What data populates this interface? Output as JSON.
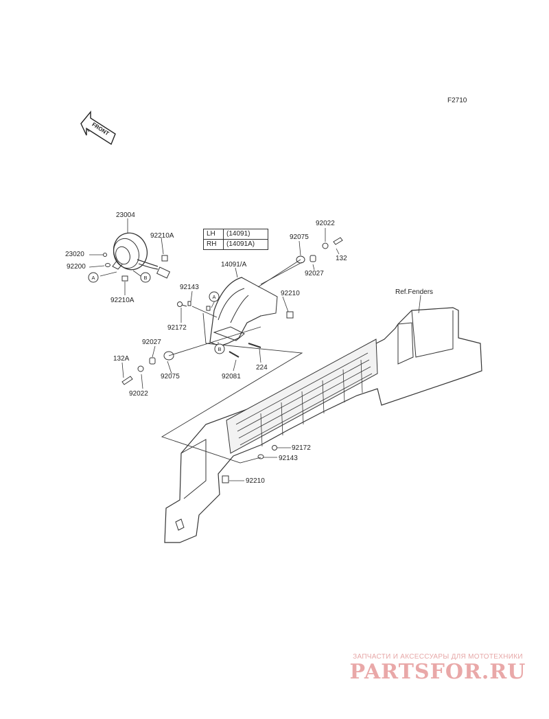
{
  "figure_code": "F2710",
  "front_arrow_text": "FRONT",
  "side_table": [
    {
      "side": "LH",
      "code": "(14091)"
    },
    {
      "side": "RH",
      "code": "(14091A)"
    }
  ],
  "ref_label": "Ref.Fenders",
  "callouts": [
    "A",
    "B",
    "A",
    "B"
  ],
  "parts": [
    {
      "id": "23004"
    },
    {
      "id": "92210A"
    },
    {
      "id": "23020"
    },
    {
      "id": "92200"
    },
    {
      "id": "92210A"
    },
    {
      "id": "92022"
    },
    {
      "id": "92075"
    },
    {
      "id": "132"
    },
    {
      "id": "92027"
    },
    {
      "id": "14091/A"
    },
    {
      "id": "92143"
    },
    {
      "id": "92210"
    },
    {
      "id": "92172"
    },
    {
      "id": "92027"
    },
    {
      "id": "132A"
    },
    {
      "id": "224"
    },
    {
      "id": "92075"
    },
    {
      "id": "92081"
    },
    {
      "id": "92022"
    },
    {
      "id": "92172"
    },
    {
      "id": "92143"
    },
    {
      "id": "92210"
    }
  ],
  "watermark": {
    "tagline": "ЗАПЧАСТИ И АКСЕССУАРЫ ДЛЯ МОТОТЕХНИКИ",
    "brand_a": "PARTS",
    "brand_b": "FOR.RU"
  }
}
